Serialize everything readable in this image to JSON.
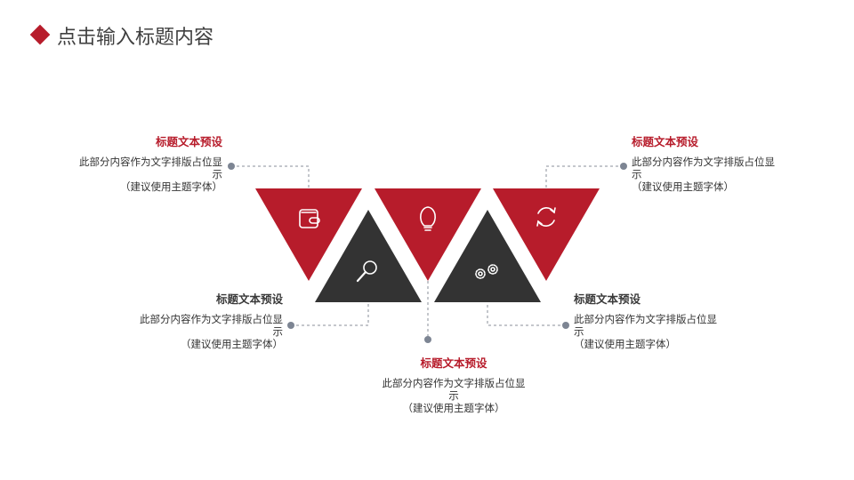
{
  "header": {
    "title": "点击输入标题内容"
  },
  "colors": {
    "accent": "#b71c2b",
    "dark": "#333333"
  },
  "items": [
    {
      "title": "标题文本预设",
      "body": "此部分内容作为文字排版占位显示",
      "note": "（建议使用主题字体）",
      "icon": "wallet-icon"
    },
    {
      "title": "标题文本预设",
      "body": "此部分内容作为文字排版占位显示",
      "note": "（建议使用主题字体）",
      "icon": "search-icon"
    },
    {
      "title": "标题文本预设",
      "body": "此部分内容作为文字排版占位显示",
      "note": "（建议使用主题字体）",
      "icon": "lightbulb-icon"
    },
    {
      "title": "标题文本预设",
      "body": "此部分内容作为文字排版占位显示",
      "note": "（建议使用主题字体）",
      "icon": "gears-icon"
    },
    {
      "title": "标题文本预设",
      "body": "此部分内容作为文字排版占位显示",
      "note": "（建议使用主题字体）",
      "icon": "refresh-icon"
    }
  ]
}
